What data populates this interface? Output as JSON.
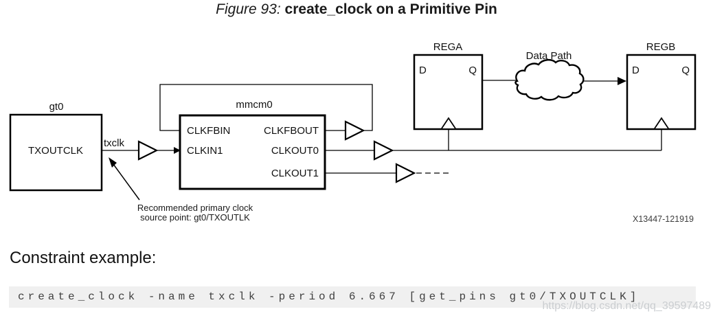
{
  "title": {
    "prefix": "Figure 93:",
    "text": "create_clock on a Primitive Pin"
  },
  "diagram": {
    "gt0": {
      "label": "gt0",
      "pin": "TXOUTCLK"
    },
    "net_txclk": "txclk",
    "mmcm0": {
      "label": "mmcm0",
      "pins_left": [
        "CLKFBIN",
        "CLKIN1"
      ],
      "pins_right": [
        "CLKFBOUT",
        "CLKOUT0",
        "CLKOUT1"
      ]
    },
    "rega": {
      "label": "REGA",
      "d": "D",
      "q": "Q"
    },
    "regb": {
      "label": "REGB",
      "d": "D",
      "q": "Q"
    },
    "cloud_label": "Data Path",
    "annotation_line1": "Recommended primary clock",
    "annotation_line2": "source point: gt0/TXOUTLK",
    "figure_id": "X13447-121919"
  },
  "constraint": {
    "heading": "Constraint example:",
    "code": "create_clock -name txclk -period 6.667 [get_pins gt0/TXOUTCLK]"
  },
  "watermark": "https://blog.csdn.net/qq_39597489",
  "colors": {
    "line": "#000000",
    "text": "#111111",
    "code_background": "#f0f0f0",
    "code_text": "#414141",
    "figure_id_text": "#3d3d3d",
    "watermark_text": "#cbced1"
  }
}
